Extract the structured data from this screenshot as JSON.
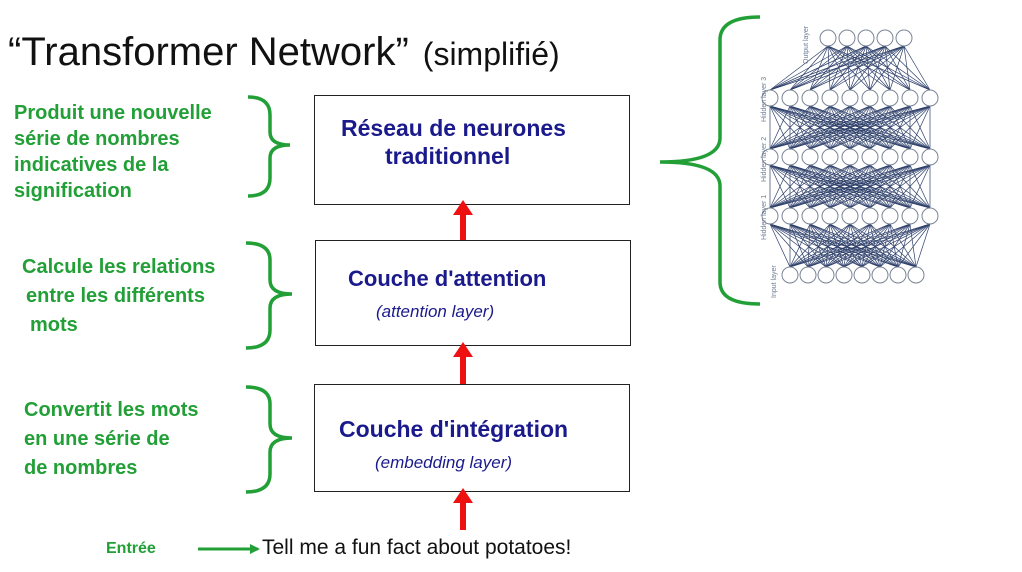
{
  "title": {
    "main": "“Transformer Network”",
    "sub": "(simplifié)"
  },
  "boxes": {
    "neural": {
      "label_line1": "Réseau de neurones",
      "label_line2": "traditionnel"
    },
    "attention": {
      "label": "Couche d'attention",
      "english": "(attention layer)"
    },
    "embedding": {
      "label": "Couche d'intégration",
      "english": "(embedding layer)"
    }
  },
  "descriptions": {
    "neural": [
      "Produit une nouvelle",
      "série de nombres",
      "indicatives de la",
      "signification"
    ],
    "attention": [
      "Calcule les relations",
      "entre les différents",
      "mots"
    ],
    "embedding": [
      "Convertit les mots",
      "en une série de",
      "de nombres"
    ]
  },
  "input": {
    "label": "Entrée",
    "text": "Tell me a fun fact about potatoes!"
  },
  "nn_diagram": {
    "layer_labels": [
      "Input layer",
      "Hidden layer 1",
      "Hidden layer 2",
      "Hidden layer 3",
      "Output layer"
    ]
  },
  "colors": {
    "green": "#22a037",
    "blue": "#1a1a8c",
    "red_arrow": "#ee1111",
    "network_lines": "#2d3f6a"
  }
}
